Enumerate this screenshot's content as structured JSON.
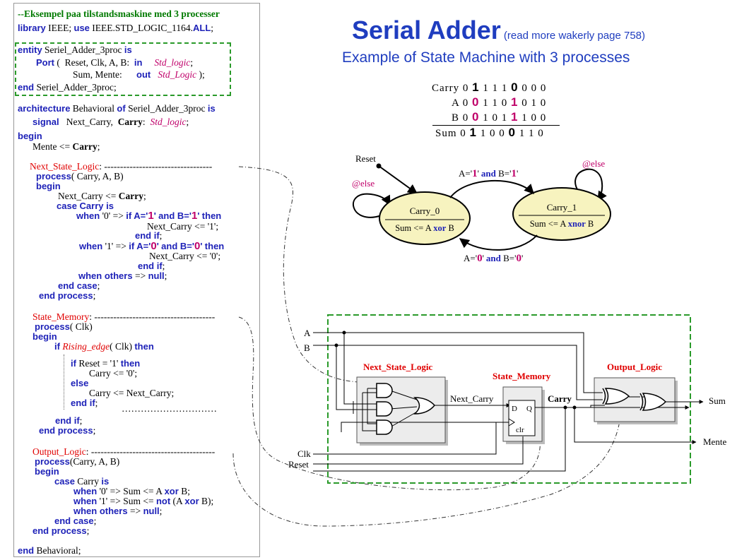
{
  "code": {
    "comment": "--Eksempel paa tilstandsmaskine med 3 processer",
    "lib_kw": "library",
    "lib_name": " IEEE; ",
    "use_kw": "use",
    "use_pkg": " IEEE.STD_LOGIC_1164.",
    "all_kw": "ALL",
    "semi": ";",
    "entity_kw": "entity",
    "entity_name": " Seriel_Adder_3proc ",
    "is_kw": "is",
    "port_kw": "Port",
    "port_open": " (  Reset, Clk, A, B:  ",
    "in_kw": "in",
    "port_in_type": "Std_logic",
    "semi_in": ";",
    "port_out_sigs": "Sum, Mente:      ",
    "out_kw": "out",
    "port_out_type": "Std_Logic",
    "port_close": " );",
    "end_kw": "end",
    "entity_end": " Seriel_Adder_3proc;",
    "arch_kw": "architecture",
    "arch_name": " Behavioral ",
    "of_kw": "of",
    "arch_of": " Seriel_Adder_3proc ",
    "signal_kw": "signal",
    "signal_names": "   Next_Carry,  ",
    "carry_bold": "Carry",
    "signal_colon": ":  ",
    "signal_type": "Std_logic",
    "signal_semi": ";",
    "begin_kw": "begin",
    "mente_assign": "Mente <= ",
    "mente_carry": "Carry",
    "mente_semi": ";",
    "nsl_label": "Next_State_Logic",
    "nsl_dashes": ": ----------------------------------",
    "process_kw": "process",
    "proc_args": "( Carry, A, B)",
    "next_carry_assign": "Next_Carry <= ",
    "nca_carry": "Carry",
    "nca_semi": ";",
    "case_kw": "case",
    "case_carry": " Carry ",
    "when_kw": "when",
    "when0": " '0' => ",
    "if_kw": "if",
    "cond_a": " A='",
    "one": "1",
    "and_kw": "and",
    "cond_b": " B='",
    "then_kw": "then",
    "quote": "'",
    "nc1": "Next_Carry <= '1';",
    "end_if": "end if",
    "when1": " '1' => ",
    "zero": "0",
    "nc0": "Next_Carry <= '0';",
    "others_kw": "when others",
    "arrow": " => ",
    "null_kw": "null",
    "end_case": "end case",
    "end_process": "end process",
    "sm_label": "State_Memory",
    "sm_dashes": ": --------------------------------------",
    "proc_clk": "( Clk)",
    "rising": "Rising_edge",
    "rising_arg": "( Clk) ",
    "if_reset": " Reset = '1' ",
    "carry_gets0": "Carry <= '0';",
    "else_kw": "else",
    "carry_gets_nc": "Carry <= Next_Carry;",
    "dots": "…………………………",
    "ol_label": "Output_Logic",
    "ol_dashes": ": ---------------------------------------",
    "proc_ol_args": "(Carry, A, B)",
    "sum_xor_0": " '0' => Sum <= A ",
    "xor_kw": "xor",
    "b_semi": " B;",
    "sum_xnor_1": " '1' => Sum <= ",
    "not_kw": "not",
    "paren_a": " (A ",
    "b_paren": " B);",
    "end_behavioral": " Behavioral;"
  },
  "title": {
    "main": "Serial Adder",
    "note": " (read more wakerly page 758)",
    "subtitle": "Example of State Machine with 3 processes"
  },
  "truth_table": {
    "carry_label": "Carry",
    "a_label": "A",
    "b_label": "B",
    "sum_label": "Sum",
    "carry_pre": " 0 ",
    "carry_b1": "1",
    "carry_mid": " 1 1 1 ",
    "carry_b0": "0",
    "carry_post": " 0 0 0",
    "a_pre": " 0 ",
    "a_r0": "0",
    "a_mid": " 1 1 0 ",
    "a_r1": "1",
    "a_post": " 0 1 0",
    "b_pre": " 0 ",
    "b_r0": "0",
    "b_mid": " 1 0 1 ",
    "b_r1": "1",
    "b_post": " 1 0 0",
    "sum_pre": " 0 ",
    "sum_b1": "1",
    "sum_mid": " 1 0 0 ",
    "sum_b0": "0",
    "sum_post": " 1 1 0"
  },
  "state_diagram": {
    "reset": "Reset",
    "else_left": "@else",
    "else_right": "@else",
    "s0_name": "Carry_0",
    "s0_out_pre": "Sum <= A ",
    "s0_op": "xor",
    "s0_out_post": " B",
    "s1_name": "Carry_1",
    "s1_out_pre": "Sum <= A ",
    "s1_op": "xnor",
    "s1_out_post": " B",
    "top_pre": "A='",
    "top_v1": "1",
    "top_mid": "' and B='",
    "top_v2": "1",
    "top_post": "'",
    "bot_pre": "A='",
    "bot_v1": "0",
    "bot_mid": "' and B='",
    "bot_v2": "0",
    "bot_post": "'",
    "colors": {
      "state_fill": "#f7f3bf",
      "red": "#c0006a"
    }
  },
  "schematic": {
    "in_a": "A",
    "in_b": "B",
    "in_clk": "Clk",
    "in_reset": "Reset",
    "nsl": "Next_State_Logic",
    "sm": "State_Memory",
    "ol": "Output_Logic",
    "next_carry": "Next_Carry",
    "carry": "Carry",
    "ff_d": "D",
    "ff_q": "Q",
    "ff_clr": "clr",
    "out_sum": "Sum",
    "out_mente": "Mente",
    "colors": {
      "box": "#2a9a2a",
      "label": "#e00000",
      "block_fill": "#ececec"
    }
  }
}
